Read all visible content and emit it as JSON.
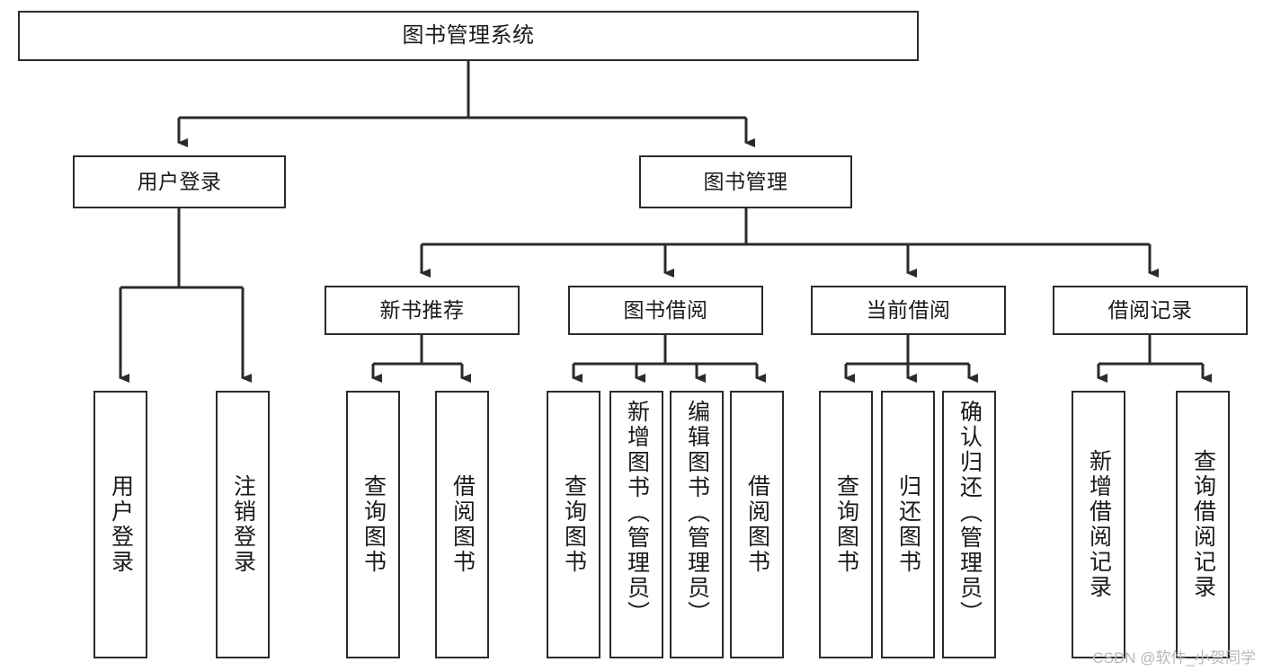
{
  "diagram": {
    "title": "图书管理系统",
    "type": "hierarchy-tree",
    "levels": 4,
    "colors": {
      "node_border": "#2b2b2b",
      "node_fill": "#ffffff",
      "edge": "#2b2b2b",
      "text": "#1a1a1a",
      "watermark": "#b8b8b8",
      "background": "#ffffff"
    },
    "nodes": {
      "root": {
        "label": "图书管理系统",
        "orientation": "horizontal"
      },
      "level2": [
        {
          "id": "user-login",
          "label": "用户登录",
          "orientation": "horizontal"
        },
        {
          "id": "book-manage",
          "label": "图书管理",
          "orientation": "horizontal"
        }
      ],
      "level3": [
        {
          "id": "new-book-recommend",
          "label": "新书推荐",
          "orientation": "horizontal"
        },
        {
          "id": "book-borrow",
          "label": "图书借阅",
          "orientation": "horizontal"
        },
        {
          "id": "current-borrow",
          "label": "当前借阅",
          "orientation": "horizontal"
        },
        {
          "id": "borrow-record",
          "label": "借阅记录",
          "orientation": "horizontal"
        }
      ],
      "leaves": [
        {
          "id": "leaf-user-login",
          "label": "用户登录",
          "orientation": "vertical",
          "parent": "user-login"
        },
        {
          "id": "leaf-user-logout",
          "label": "注销登录",
          "orientation": "vertical",
          "parent": "user-login"
        },
        {
          "id": "leaf-query-book-1",
          "label": "查询图书",
          "orientation": "vertical",
          "parent": "new-book-recommend"
        },
        {
          "id": "leaf-borrow-book-1",
          "label": "借阅图书",
          "orientation": "vertical",
          "parent": "new-book-recommend"
        },
        {
          "id": "leaf-query-book-2",
          "label": "查询图书",
          "orientation": "vertical",
          "parent": "book-borrow"
        },
        {
          "id": "leaf-add-book",
          "label": "新增图书（管理员）",
          "orientation": "vertical",
          "parent": "book-borrow"
        },
        {
          "id": "leaf-edit-book",
          "label": "编辑图书（管理员）",
          "orientation": "vertical",
          "parent": "book-borrow"
        },
        {
          "id": "leaf-borrow-book-2",
          "label": "借阅图书",
          "orientation": "vertical",
          "parent": "book-borrow"
        },
        {
          "id": "leaf-query-book-3",
          "label": "查询图书",
          "orientation": "vertical",
          "parent": "current-borrow"
        },
        {
          "id": "leaf-return-book",
          "label": "归还图书",
          "orientation": "vertical",
          "parent": "current-borrow"
        },
        {
          "id": "leaf-confirm-return",
          "label": "确认归还（管理员）",
          "orientation": "vertical",
          "parent": "current-borrow"
        },
        {
          "id": "leaf-add-record",
          "label": "新增借阅记录",
          "orientation": "vertical",
          "parent": "borrow-record"
        },
        {
          "id": "leaf-query-record",
          "label": "查询借阅记录",
          "orientation": "vertical",
          "parent": "borrow-record"
        }
      ]
    },
    "watermark": "CSDN @软件_小贺同学"
  }
}
